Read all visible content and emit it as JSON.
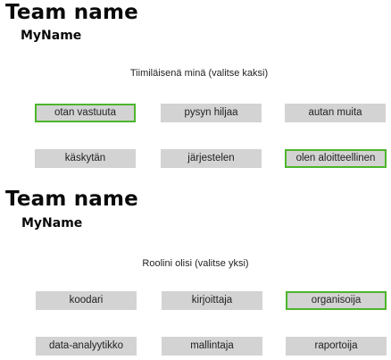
{
  "sections": [
    {
      "team_name": "Team name",
      "player_name": "MyName",
      "prompt": "Tiimiläisenä minä (valitse kaksi)",
      "options": [
        {
          "label": "otan vastuuta",
          "selected": true
        },
        {
          "label": "pysyn hiljaa",
          "selected": false
        },
        {
          "label": "autan muita",
          "selected": false
        },
        {
          "label": "käskytän",
          "selected": false
        },
        {
          "label": "järjestelen",
          "selected": false
        },
        {
          "label": "olen aloitteellinen",
          "selected": true
        }
      ]
    },
    {
      "team_name": "Team name",
      "player_name": "MyName",
      "prompt": "Roolini olisi (valitse yksi)",
      "options": [
        {
          "label": "koodari",
          "selected": false
        },
        {
          "label": "kirjoittaja",
          "selected": false
        },
        {
          "label": "organisoija",
          "selected": true
        },
        {
          "label": "data-analyytikko",
          "selected": false
        },
        {
          "label": "mallintaja",
          "selected": false
        },
        {
          "label": "raportoija",
          "selected": false
        }
      ]
    }
  ],
  "colors": {
    "background": "#ffffff",
    "option_fill": "#d3d3d3",
    "selected_border": "#4db52c",
    "text": "#111111"
  }
}
